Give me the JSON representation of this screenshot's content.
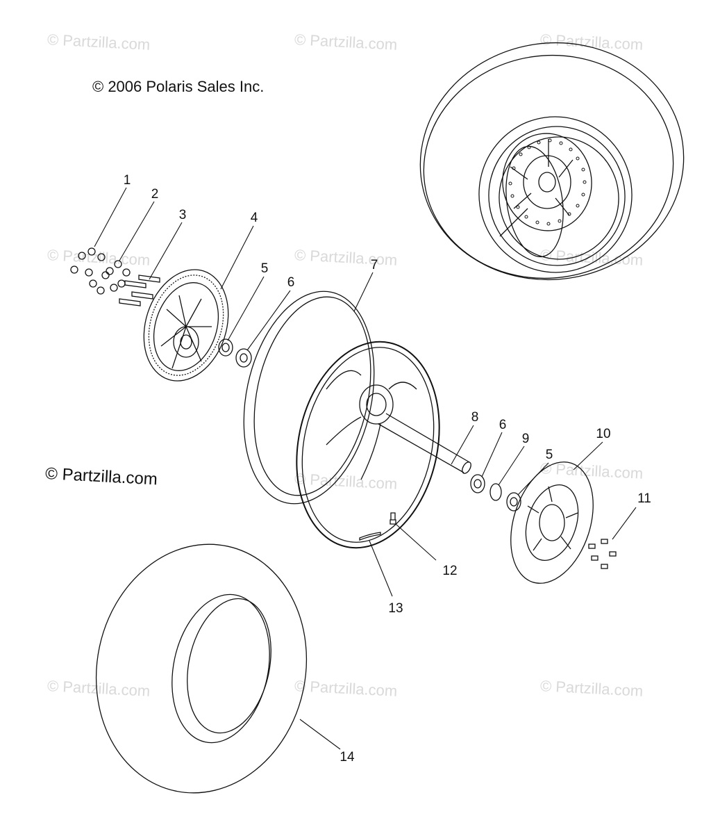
{
  "copyright": "© 2006 Polaris Sales Inc.",
  "brand": "© Partzilla.com",
  "watermark": "© Partzilla.com",
  "callouts": [
    "1",
    "2",
    "3",
    "4",
    "5",
    "6",
    "7",
    "8",
    "6",
    "9",
    "5",
    "10",
    "11",
    "12",
    "13",
    "14"
  ],
  "colors": {
    "line": "#111111",
    "watermark": "#d9d9d9"
  }
}
